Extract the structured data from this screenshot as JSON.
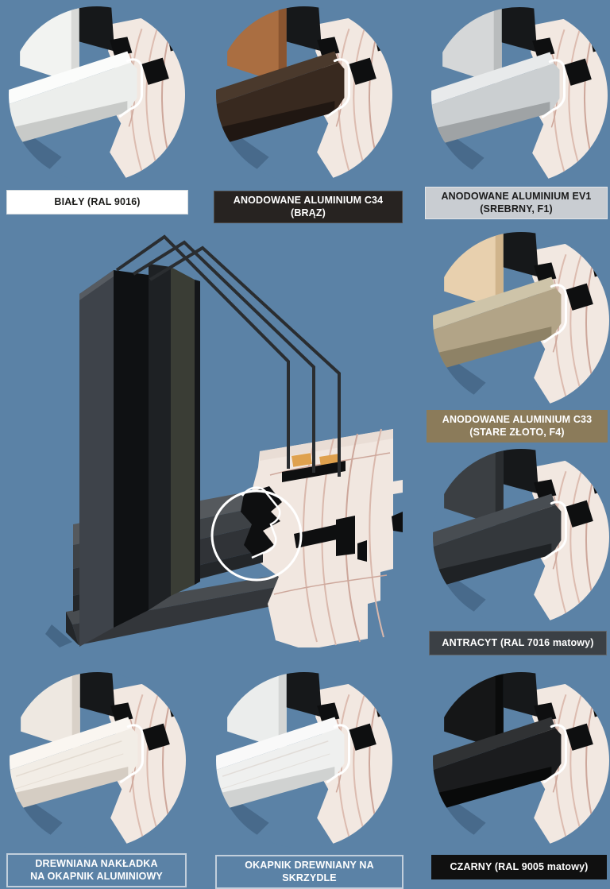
{
  "page": {
    "bg": "#5b82a6"
  },
  "art": {
    "bg": "#5b82a6",
    "shadow": "rgba(15,36,58,0.25)",
    "wood": "#f2e8e1",
    "wood_end": "#e9ddd5",
    "wood_grain": "#dcbcb0",
    "wood_grain2": "#cda79b",
    "glass": "#16181a",
    "seal": "#0e0f10",
    "outline": "#ffffff"
  },
  "variants": [
    {
      "label": "BIAŁY (RAL 9016)",
      "label_bg": "#ffffff",
      "label_fg": "#1c1c1a",
      "label_border": "#d3dade",
      "cap": "#eceeec",
      "cap_top": "#fbfcfb",
      "cap_shade": "#c8cac8",
      "cap_grain": "none",
      "frame": "#f2f3f1",
      "frame_shade": "#d8d9d7"
    },
    {
      "label": "ANODOWANE ALUMINIUM C34 (BRĄZ)",
      "label_bg": "#272321",
      "label_fg": "#ffffff",
      "label_border": "#4d4946",
      "cap": "#38291f",
      "cap_top": "#4a392c",
      "cap_shade": "#201712",
      "cap_grain": "none",
      "frame": "#aa6e41",
      "frame_shade": "#8a5530"
    },
    {
      "label": "ANODOWANE ALUMINIUM EV1\n(SREBRNY, F1)",
      "label_bg": "#c9cdd2",
      "label_fg": "#1b1b1b",
      "label_border": "#e4e6e9",
      "cap": "#cbcfd1",
      "cap_top": "#e8eaeb",
      "cap_shade": "#9fa3a5",
      "cap_grain": "none",
      "frame": "#d5d7d8",
      "frame_shade": "#b9bcbd"
    },
    {
      "label": "ANODOWANE ALUMINIUM C33\n(STARE ZŁOTO, F4)",
      "label_bg": "#8b7b5a",
      "label_fg": "#ffffff",
      "label_border": "#8b7b5a",
      "cap": "#b2a487",
      "cap_top": "#cec4a9",
      "cap_shade": "#8e8266",
      "cap_grain": "none",
      "frame": "#e8d0ae",
      "frame_shade": "#d0b48c"
    },
    {
      "label": "ANTRACYT (RAL 7016 matowy)",
      "label_bg": "#3b4045",
      "label_fg": "#ffffff",
      "label_border": "#61666c",
      "cap": "#34383c",
      "cap_top": "#484d52",
      "cap_shade": "#1f2225",
      "cap_grain": "none",
      "frame": "#3b3f43",
      "frame_shade": "#2a2d30"
    },
    {
      "label": "DREWNIANA NAKŁADKA\nNA OKAPNIK ALUMINIOWY",
      "label_bg": "transparent",
      "label_fg": "#ffffff",
      "label_border": "#c2cfdc",
      "cap": "#f2ede6",
      "cap_top": "#faf6f1",
      "cap_shade": "#d5cdc3",
      "cap_grain": "#ddd3c8",
      "frame": "#eee8e1",
      "frame_shade": "#d9d1c8"
    },
    {
      "label": "OKAPNIK DREWNIANY NA SKRZYDLE",
      "label_bg": "transparent",
      "label_fg": "#ffffff",
      "label_border": "#c2cfdc",
      "cap": "#eff0ef",
      "cap_top": "#f9f9f9",
      "cap_shade": "#d0d2d1",
      "cap_grain": "#dbd3cd",
      "frame": "#ebedec",
      "frame_shade": "#d4d6d5"
    },
    {
      "label": "CZARNY (RAL 9005 matowy)",
      "label_bg": "#101010",
      "label_fg": "#ffffff",
      "label_border": "#101010",
      "cap": "#1b1c1e",
      "cap_top": "#303234",
      "cap_shade": "#090a0a",
      "cap_grain": "none",
      "frame": "#151617",
      "frame_shade": "#0a0b0b"
    }
  ],
  "center": {
    "shadow": "rgba(15,36,58,0.28)",
    "wood": "#f1e7e0",
    "wood_end": "#e9ddd5",
    "grain": "#d9b8ac",
    "grain2": "#cda79b",
    "seal": "#0e0f10",
    "block": "#dfa14e",
    "pane": "#2a2d30",
    "sill_top": "#55595d",
    "sill_mid": "#3e4246",
    "sill_front": "#303337",
    "sill_lip": "#232629",
    "board_top": "#484c50",
    "board_front": "#33363a",
    "col_left": "#3e434a",
    "col_front": "#0f1113",
    "col_mid": "#1e2124",
    "col_strip": "#3a3d35",
    "col_edge": "#141619",
    "col_top": "#565b61",
    "outline": "#ffffff"
  }
}
